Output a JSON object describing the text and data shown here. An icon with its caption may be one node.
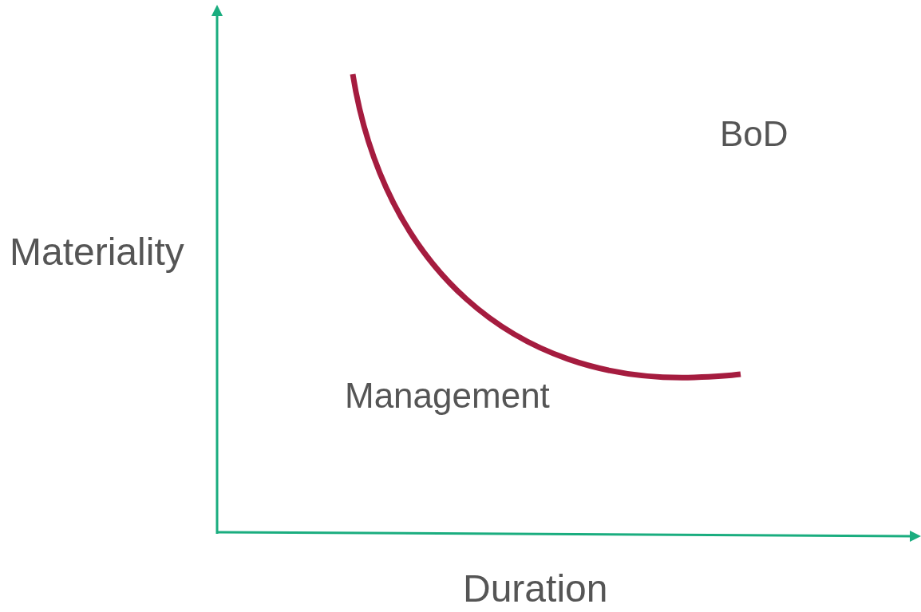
{
  "diagram": {
    "labels": [
      "BoD",
      "Materiality",
      "Management",
      "Duration"
    ]
  }
}
